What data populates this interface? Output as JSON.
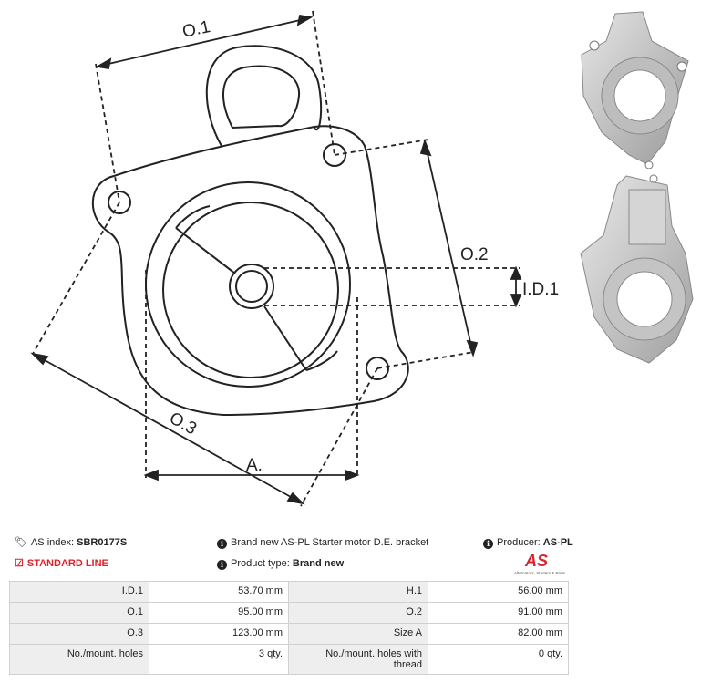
{
  "diagram": {
    "labels": {
      "o1": "O.1",
      "o2": "O.2",
      "o3": "O.3",
      "id1": "I.D.1",
      "a": "A."
    }
  },
  "photos": [
    {
      "name": "bracket-photo-front"
    },
    {
      "name": "bracket-photo-side"
    }
  ],
  "info": {
    "index_label": "AS index:",
    "index_value": "SBR0177S",
    "line": "STANDARD LINE",
    "description": "Brand new AS-PL Starter motor D.E. bracket",
    "product_type_label": "Product type:",
    "product_type_value": "Brand new",
    "producer_label": "Producer:",
    "producer_value": "AS-PL",
    "logo_text": "AS",
    "logo_tagline": "Alternators, Starters & Parts"
  },
  "specs": [
    [
      "I.D.1",
      "53.70 mm",
      "H.1",
      "56.00 mm"
    ],
    [
      "O.1",
      "95.00 mm",
      "O.2",
      "91.00 mm"
    ],
    [
      "O.3",
      "123.00 mm",
      "Size A",
      "82.00 mm"
    ],
    [
      "No./mount. holes",
      "3 qty.",
      "No./mount. holes with thread",
      "0 qty."
    ]
  ],
  "colors": {
    "accent": "#d9232d",
    "label_bg": "#eeeeee",
    "border": "#d0d0d0"
  }
}
